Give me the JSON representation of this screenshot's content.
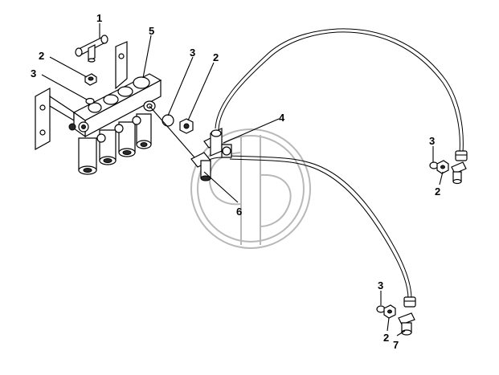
{
  "callouts": {
    "c1": "1",
    "c5": "5",
    "c2a": "2",
    "c3a": "3",
    "c3b": "3",
    "c2b": "2",
    "c4": "4",
    "c6": "6",
    "c3c": "3",
    "c2c": "2",
    "c3d": "3",
    "c2d": "2",
    "c7": "7"
  }
}
